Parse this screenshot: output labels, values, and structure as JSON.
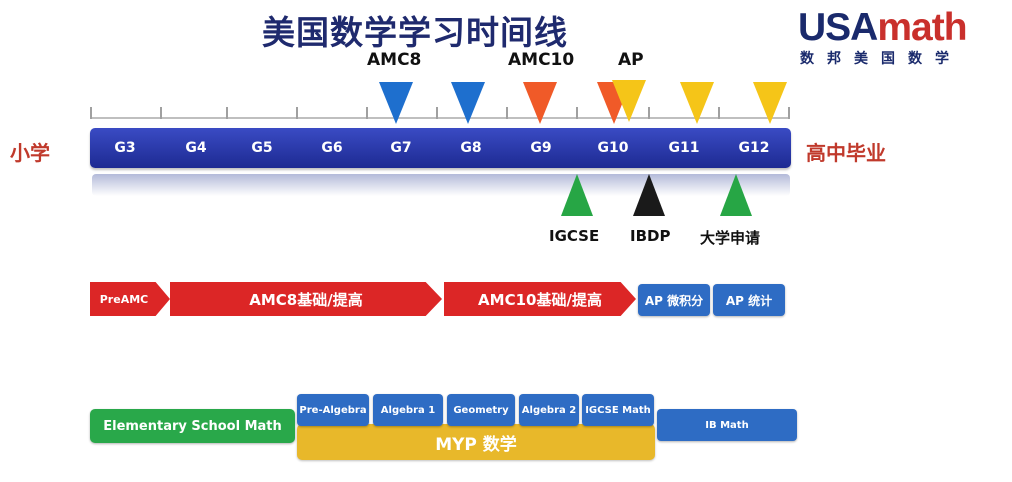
{
  "title": "美国数学学习时间线",
  "logo": {
    "main_a": "USA",
    "main_b": "math",
    "subtitle": "数邦美国数学"
  },
  "left_label": "小学",
  "right_label": "高中毕业",
  "grades": [
    "G3",
    "G4",
    "G5",
    "G6",
    "G7",
    "G8",
    "G9",
    "G10",
    "G11",
    "G12"
  ],
  "competitions": {
    "amc8": "AMC8",
    "amc10": "AMC10",
    "ap": "AP"
  },
  "exams": {
    "igcse": "IGCSE",
    "ibdp": "IBDP",
    "college": "大学申请"
  },
  "track1": {
    "preamc": "PreAMC",
    "amc8": "AMC8基础/提高",
    "amc10": "AMC10基础/提高",
    "ap_calc": "AP 微积分",
    "ap_stats": "AP 统计"
  },
  "track2": {
    "elementary": "Elementary School Math",
    "myp": "MYP 数学",
    "pre_algebra": "Pre-Algebra",
    "algebra1": "Algebra 1",
    "geometry": "Geometry",
    "algebra2": "Algebra 2",
    "igcse_math": "IGCSE Math",
    "ib_math": "IB Math"
  },
  "colors": {
    "blue_marker": "#1e6fce",
    "orange_marker": "#f05a28",
    "yellow_marker": "#f5c518",
    "green_marker": "#27a645",
    "black_marker": "#1a1a1a",
    "grade_bar": "#2a3aa8",
    "track_red": "#dc2626",
    "track_blue": "#2e6cc4"
  }
}
